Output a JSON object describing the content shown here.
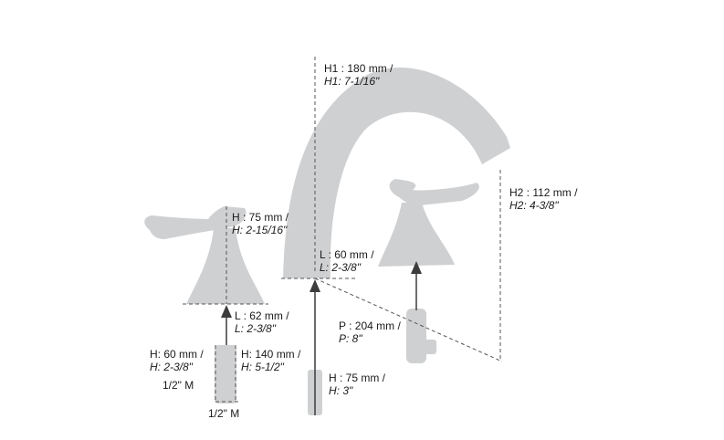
{
  "colors": {
    "fixture": "#cfd0d2",
    "dimension_line": "#555555",
    "arrow": "#3c3c3c",
    "text": "#1a1a1a",
    "background": "#ffffff"
  },
  "spout": {
    "height_metric": "H1 : 180 mm /",
    "height_imperial": "H1: 7-1/16\"",
    "outlet_height_metric": "H2 : 112 mm /",
    "outlet_height_imperial": "H2: 4-3/8\"",
    "base_metric": "L : 60 mm /",
    "base_imperial": "L: 2-3/8\""
  },
  "handle": {
    "height_metric": "H : 75 mm /",
    "height_imperial": "H: 2-15/16\"",
    "base_metric": "L : 62 mm /",
    "base_imperial": "L: 2-3/8\""
  },
  "left_valve": {
    "height_metric": "H: 60 mm /",
    "height_imperial": "H: 2-3/8\"",
    "shank_metric": "H: 140 mm /",
    "shank_imperial": "H: 5-1/2\"",
    "connection_vertical": "1/2\" M",
    "connection_bottom": "1/2\" M"
  },
  "spout_shank": {
    "height_metric": "H : 75 mm /",
    "height_imperial": "H: 3\""
  },
  "spread": {
    "metric": "P : 204 mm /",
    "imperial": "P: 8\""
  }
}
